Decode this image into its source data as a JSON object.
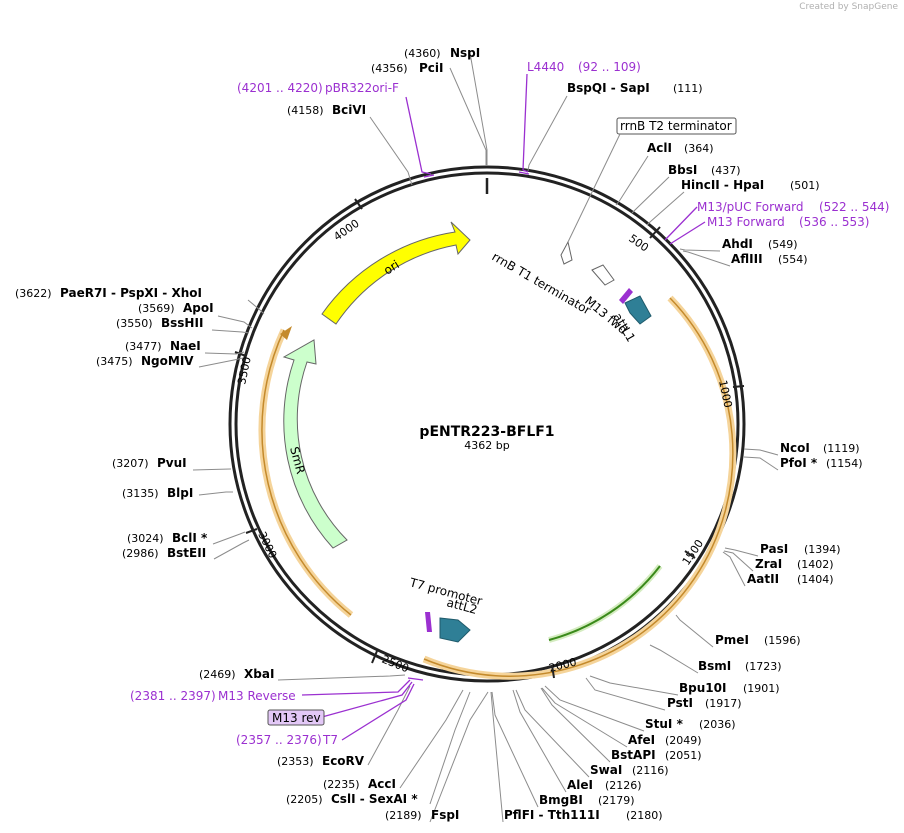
{
  "watermark": "Created by SnapGene",
  "plasmid": {
    "name": "pENTR223-BFLF1",
    "length_label": "4362 bp"
  },
  "ticks": [
    "500",
    "1000",
    "1500",
    "2000",
    "2500",
    "3000",
    "3500",
    "4000"
  ],
  "features": {
    "ori": "ori",
    "smr": "SmR",
    "rrnb_t1": "rrnB T1 terminator",
    "rrnb_t2": "rrnB T2 terminator",
    "attl1": "attL1",
    "attl2": "attL2",
    "m13fwd": "M13 fwd",
    "t7prom": "T7 promoter",
    "m13rev_box": "M13 rev"
  },
  "sites_right": [
    {
      "name": "NspI",
      "pos": "(4360)"
    },
    {
      "name": "PciI",
      "pos": "(4356)"
    },
    {
      "name": "BspQI  -  SapI",
      "pos": "(111)"
    },
    {
      "name": "AclI",
      "pos": "(364)"
    },
    {
      "name": "BbsI",
      "pos": "(437)"
    },
    {
      "name": "HincII  -  HpaI",
      "pos": "(501)"
    },
    {
      "name": "AhdI",
      "pos": "(549)"
    },
    {
      "name": "AflIII",
      "pos": "(554)"
    },
    {
      "name": "NcoI",
      "pos": "(1119)"
    },
    {
      "name": "PfoI *",
      "pos": "(1154)"
    },
    {
      "name": "PasI",
      "pos": "(1394)"
    },
    {
      "name": "ZraI",
      "pos": "(1402)"
    },
    {
      "name": "AatII",
      "pos": "(1404)"
    },
    {
      "name": "PmeI",
      "pos": "(1596)"
    },
    {
      "name": "BsmI",
      "pos": "(1723)"
    },
    {
      "name": "Bpu10I",
      "pos": "(1901)"
    },
    {
      "name": "PstI",
      "pos": "(1917)"
    },
    {
      "name": "StuI *",
      "pos": "(2036)"
    },
    {
      "name": "AfeI",
      "pos": "(2049)"
    },
    {
      "name": "BstAPI",
      "pos": "(2051)"
    },
    {
      "name": "SwaI",
      "pos": "(2116)"
    },
    {
      "name": "AleI",
      "pos": "(2126)"
    },
    {
      "name": "BmgBI",
      "pos": "(2179)"
    },
    {
      "name": "PflFI  -  Tth111I",
      "pos": "(2180)"
    },
    {
      "name": "FspI",
      "pos": "(2189)"
    }
  ],
  "sites_left": [
    {
      "name": "BciVI",
      "pos": "(4158)"
    },
    {
      "name": "PaeR7I  -  PspXI  -  XhoI",
      "pos": "(3622)"
    },
    {
      "name": "ApoI",
      "pos": "(3569)"
    },
    {
      "name": "BssHII",
      "pos": "(3550)"
    },
    {
      "name": "NaeI",
      "pos": "(3477)"
    },
    {
      "name": "NgoMIV",
      "pos": "(3475)"
    },
    {
      "name": "PvuI",
      "pos": "(3207)"
    },
    {
      "name": "BlpI",
      "pos": "(3135)"
    },
    {
      "name": "BclI *",
      "pos": "(3024)"
    },
    {
      "name": "BstEII",
      "pos": "(2986)"
    },
    {
      "name": "XbaI",
      "pos": "(2469)"
    },
    {
      "name": "EcoRV",
      "pos": "(2353)"
    },
    {
      "name": "AccI",
      "pos": "(2235)"
    },
    {
      "name": "CslI  -  SexAI *",
      "pos": "(2205)"
    }
  ],
  "primers": {
    "l4440": {
      "name": "L4440",
      "range": "(92 .. 109)"
    },
    "pbr322ori": {
      "name": "pBR322ori-F",
      "range": "(4201 .. 4220)"
    },
    "m13puc": {
      "name": "M13/pUC Forward",
      "range": "(522 .. 544)"
    },
    "m13fwd": {
      "name": "M13 Forward",
      "range": "(536 .. 553)"
    },
    "m13rev": {
      "name": "M13 Reverse",
      "range": "(2381 .. 2397)"
    },
    "t7": {
      "name": "T7",
      "range": "(2357 .. 2376)"
    }
  },
  "colors": {
    "backbone": "#222222",
    "ori": "#ffff00",
    "smr": "#ccffcc",
    "att": "#2f7f96",
    "orf_highlight": "#f2c27a",
    "primer": "#9b30d0",
    "lead": "#8c8c8c"
  }
}
